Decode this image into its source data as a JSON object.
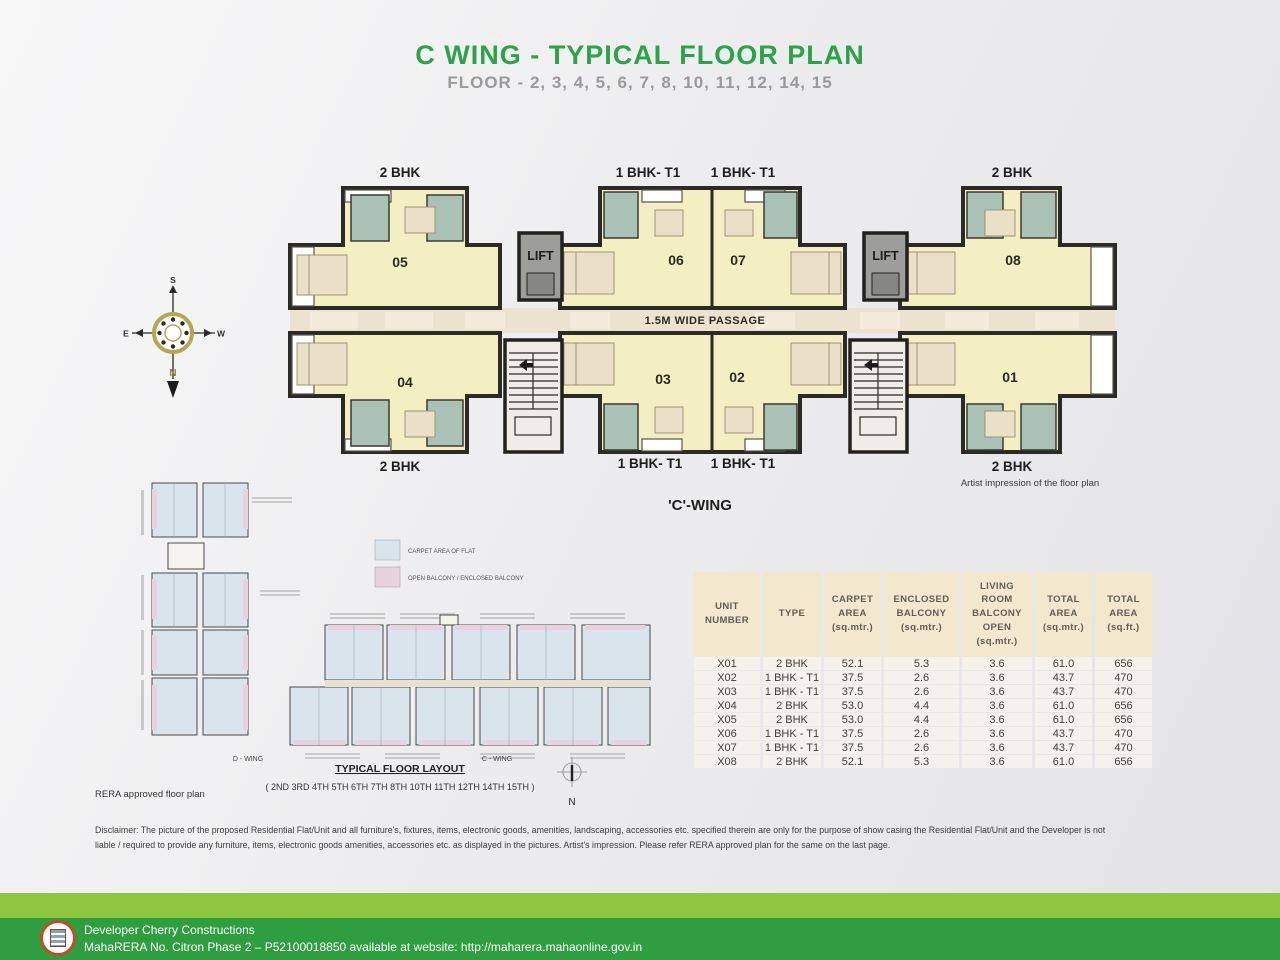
{
  "header": {
    "title": "C WING - TYPICAL FLOOR PLAN",
    "subtitle": "FLOOR - 2, 3, 4, 5, 6, 7, 8, 10, 11, 12, 14, 15"
  },
  "plan": {
    "label_2bhk": "2 BHK",
    "label_1bhk": "1 BHK- T1",
    "lift": "LIFT",
    "passage": "1.5M WIDE PASSAGE",
    "wing_title": "'C'-WING",
    "artist_note": "Artist impression of the floor plan",
    "units": {
      "u01": "01",
      "u02": "02",
      "u03": "03",
      "u04": "04",
      "u05": "05",
      "u06": "06",
      "u07": "07",
      "u08": "08"
    },
    "compass": {
      "n": "N",
      "s": "S",
      "e": "E",
      "w": "W"
    }
  },
  "rera_plan": {
    "legend": [
      {
        "label": "CARPET AREA OF FLAT",
        "color": "#d9e4ec"
      },
      {
        "label": "OPEN BALCONY / ENCLOSED BALCONY",
        "color": "#e8d2dc"
      }
    ],
    "d_wing_label": "D - WING",
    "c_wing_label": "C - WING",
    "layout_title": "TYPICAL FLOOR LAYOUT",
    "floors_note": "( 2ND 3RD 4TH 5TH 6TH 7TH 8TH 10TH 11TH 12TH 14TH 15TH )",
    "approved_note": "RERA approved floor plan",
    "north": "N"
  },
  "table": {
    "headers": [
      "UNIT\nNUMBER",
      "TYPE",
      "CARPET\nAREA\n(sq.mtr.)",
      "ENCLOSED\nBALCONY\n(sq.mtr.)",
      "LIVING\nROOM\nBALCONY\nOPEN\n(sq.mtr.)",
      "TOTAL\nAREA\n(sq.mtr.)",
      "TOTAL\nAREA\n(sq.ft.)"
    ],
    "rows": [
      [
        "X01",
        "2 BHK",
        "52.1",
        "5.3",
        "3.6",
        "61.0",
        "656"
      ],
      [
        "X02",
        "1 BHK - T1",
        "37.5",
        "2.6",
        "3.6",
        "43.7",
        "470"
      ],
      [
        "X03",
        "1 BHK - T1",
        "37.5",
        "2.6",
        "3.6",
        "43.7",
        "470"
      ],
      [
        "X04",
        "2 BHK",
        "53.0",
        "4.4",
        "3.6",
        "61.0",
        "656"
      ],
      [
        "X05",
        "2 BHK",
        "53.0",
        "4.4",
        "3.6",
        "61.0",
        "656"
      ],
      [
        "X06",
        "1 BHK - T1",
        "37.5",
        "2.6",
        "3.6",
        "43.7",
        "470"
      ],
      [
        "X07",
        "1 BHK - T1",
        "37.5",
        "2.6",
        "3.6",
        "43.7",
        "470"
      ],
      [
        "X08",
        "2 BHK",
        "52.1",
        "5.3",
        "3.6",
        "61.0",
        "656"
      ]
    ]
  },
  "disclaimer": "Disclaimer: The picture of the proposed Residential Flat/Unit and all furniture's, fixtures, items, electronic goods, amenities, landscaping, accessories etc. specified therein are only for the purpose of show casing the Residential Flat/Unit and the Developer is not liable / required to provide any furniture, items, electronic goods amenities, accessories etc. as displayed in the pictures. Artist's impression. Please refer RERA approved plan for the same on the last page.",
  "footer": {
    "developer": "Developer Cherry Constructions",
    "rera": "MahaRERA No. Citron Phase 2 – P52100018850 available at website: http://maharera.mahaonline.gov.in"
  },
  "colors": {
    "accent_green": "#2ba347",
    "footer_light_green": "#8dc63f",
    "footer_dark_green": "#2f9e41",
    "unit_fill": "#f4eec3",
    "bathroom_fill": "#aac1b5",
    "wall": "#2b2a26",
    "table_header_bg": "#f3e7cd"
  }
}
